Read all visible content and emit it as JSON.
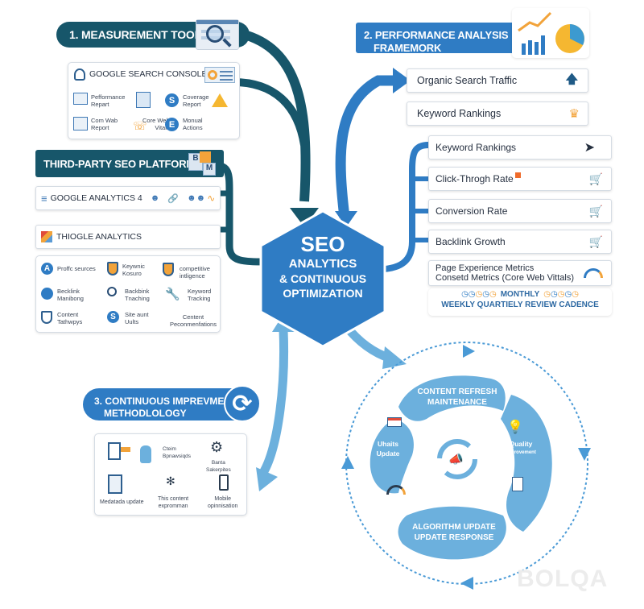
{
  "center": {
    "line1": "SEO",
    "line2": "ANALYTICS",
    "line3": "& CONTINUOUS",
    "line4": "OPTIMIZATION"
  },
  "section1": {
    "title": "1. MEASUREMENT TOOLS",
    "gsc": {
      "title": "GOOGLE SEARCH CONSOLE",
      "items": [
        {
          "label1": "Pefformance",
          "label2": "Repart",
          "icon": "performance-report-icon"
        },
        {
          "label1": "",
          "label2": "",
          "icon": "chart-icon"
        },
        {
          "label1": "Coverage",
          "label2": "Report",
          "icon": "coverage-report-icon"
        },
        {
          "label1": "",
          "label2": "",
          "icon": "warning-icon"
        },
        {
          "label1": "Com Wab",
          "label2": "Report",
          "icon": "core-web-report-icon"
        },
        {
          "label1": "Core Web",
          "label2": "Vitals",
          "icon": "phone-icon"
        },
        {
          "label1": "Monual",
          "label2": "Actions",
          "icon": "manual-actions-icon"
        }
      ]
    },
    "third_party": {
      "title": "THIRD-PARTY SEO PLATFORMS",
      "ga4": "GOOGLE ANALYTICS 4",
      "thiogle": "THIOGLE ANALYTICS",
      "items": [
        {
          "label1": "Proffc seurces",
          "label2": "",
          "icon": "a-circle-icon"
        },
        {
          "label1": "Keywnic",
          "label2": "Kosuro",
          "icon": "shield-icon"
        },
        {
          "label1": "competitive",
          "label2": "intligence",
          "icon": "shield-icon"
        },
        {
          "label1": "Becklink",
          "label2": "Manibong",
          "icon": "checkbox-icon"
        },
        {
          "label1": "Backbink",
          "label2": "Tnaching",
          "icon": "magnifier-icon"
        },
        {
          "label1": "Keyword",
          "label2": "Tracking",
          "icon": "wrench-icon"
        },
        {
          "label1": "Content",
          "label2": "Tathwpys",
          "icon": "shield-check-icon"
        },
        {
          "label1": "Site aunt",
          "label2": "Uults",
          "icon": "s-circle-icon"
        },
        {
          "label1": "Centent",
          "label2": "Peconmenfations",
          "icon": ""
        }
      ]
    }
  },
  "section2": {
    "title_line1": "2. PERFORMANCE ANALYSIS",
    "title_line2": "FRAMEMORK",
    "top_metrics": [
      {
        "label": "Organic Search Traffic",
        "icon": "arrow-up-icon"
      },
      {
        "label": "Keyword Rankings",
        "icon": "crown-icon"
      }
    ],
    "metrics": [
      {
        "label": "Keyword Rankings",
        "icon": "cursor-click-icon"
      },
      {
        "label": "Click-Throgh Rate",
        "icon": "cart-icon"
      },
      {
        "label": "Conversion Rate",
        "icon": "cart-icon"
      },
      {
        "label": "Backlink Growth",
        "icon": "cart-icon"
      }
    ],
    "page_experience": {
      "line1": "Page Experience Metrics",
      "line2": "Consetd Metrics (Core Web Vittals)"
    },
    "cadence": {
      "monthly": "MONTHLY",
      "line2": "WEEKLY  QUARTIELY REVIEW CADENCE"
    }
  },
  "section3": {
    "title_line1": "3. CONTINUOUS IMPREVMENT",
    "title_line2": "METHODLOLOGY",
    "items": [
      {
        "label1": "",
        "label2": "",
        "icon": "document-arrow-icon"
      },
      {
        "label1": "Cteim",
        "label2": "Bpnawsiqds",
        "icon": "tag-icon"
      },
      {
        "label1": "Banta",
        "label2": "Sakerpites",
        "icon": "gear-icon"
      },
      {
        "label1": "Medatada update",
        "label2": "",
        "icon": "clipboard-icon"
      },
      {
        "label1": "This content",
        "label2": "expromman",
        "icon": "network-icon"
      },
      {
        "label1": "Mobile",
        "label2": "opinnisation",
        "icon": "mobile-icon"
      }
    ]
  },
  "cycle": {
    "top": {
      "line1": "CONTENT REFRESH",
      "line2": "MAINTENANCE"
    },
    "left": {
      "line1": "Uhaits",
      "line2": "Update"
    },
    "right": {
      "line1": "Quality",
      "line2": "Improvement"
    },
    "bottom": {
      "line1": "ALGORITHM UPDATE",
      "line2": "UPDATE RESPONSE"
    }
  },
  "watermark": "BOLQA",
  "colors": {
    "dark_teal": "#17566a",
    "blue": "#2f7cc4",
    "light_blue": "#6cb0dd",
    "orange": "#f2a33a"
  }
}
